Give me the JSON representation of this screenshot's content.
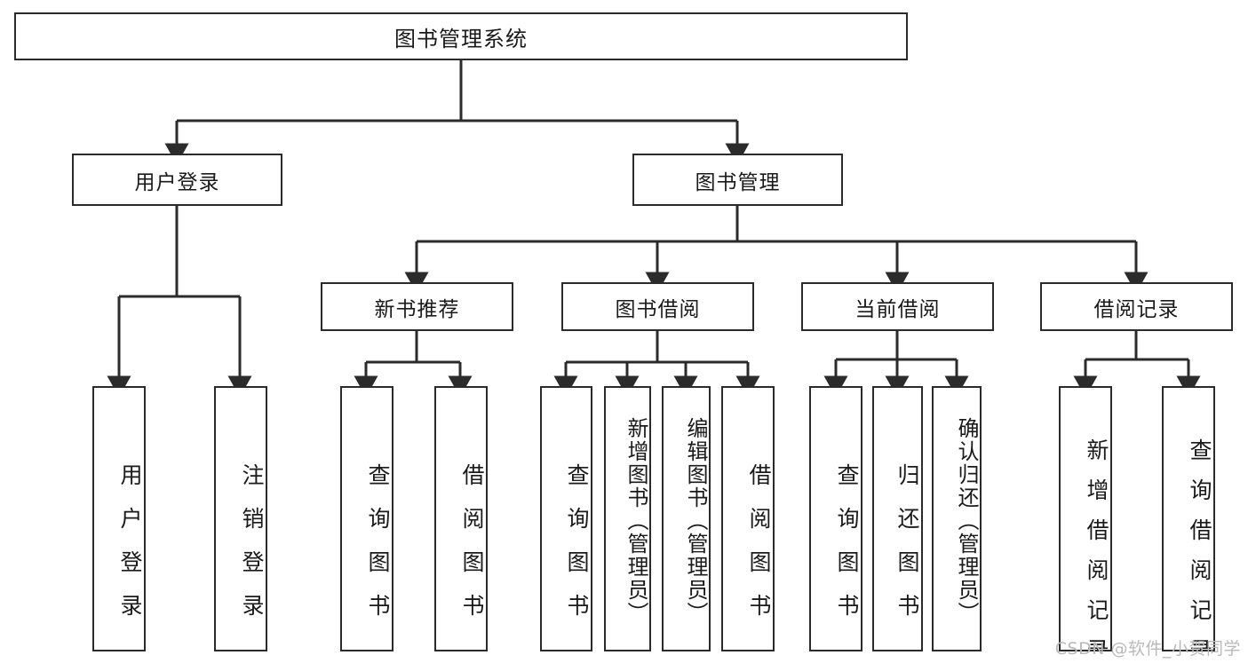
{
  "diagram": {
    "title": "图书管理系统",
    "type": "hierarchy-tree",
    "root": {
      "label": "图书管理系统"
    },
    "level2": [
      {
        "label": "用户登录"
      },
      {
        "label": "图书管理"
      }
    ],
    "level3": [
      {
        "label": "新书推荐"
      },
      {
        "label": "图书借阅"
      },
      {
        "label": "当前借阅"
      },
      {
        "label": "借阅记录"
      }
    ],
    "leaves": {
      "user_login": [
        {
          "label": "用户登录"
        },
        {
          "label": "注销登录"
        }
      ],
      "new_book_recommend": [
        {
          "label": "查询图书"
        },
        {
          "label": "借阅图书"
        }
      ],
      "book_borrow": [
        {
          "label": "查询图书"
        },
        {
          "label": "新增图书（管理员）"
        },
        {
          "label": "编辑图书（管理员）"
        },
        {
          "label": "借阅图书"
        }
      ],
      "current_borrow": [
        {
          "label": "查询图书"
        },
        {
          "label": "归还图书"
        },
        {
          "label": "确认归还（管理员）"
        }
      ],
      "borrow_record": [
        {
          "label": "新增借阅记录"
        },
        {
          "label": "查询借阅记录"
        }
      ]
    }
  },
  "watermark": {
    "text": "CSDN @软件_小贺同学"
  },
  "colors": {
    "stroke": "#2b2b2b",
    "background": "#ffffff",
    "text": "#1a1a1a",
    "watermark": "#b9b9b9"
  }
}
